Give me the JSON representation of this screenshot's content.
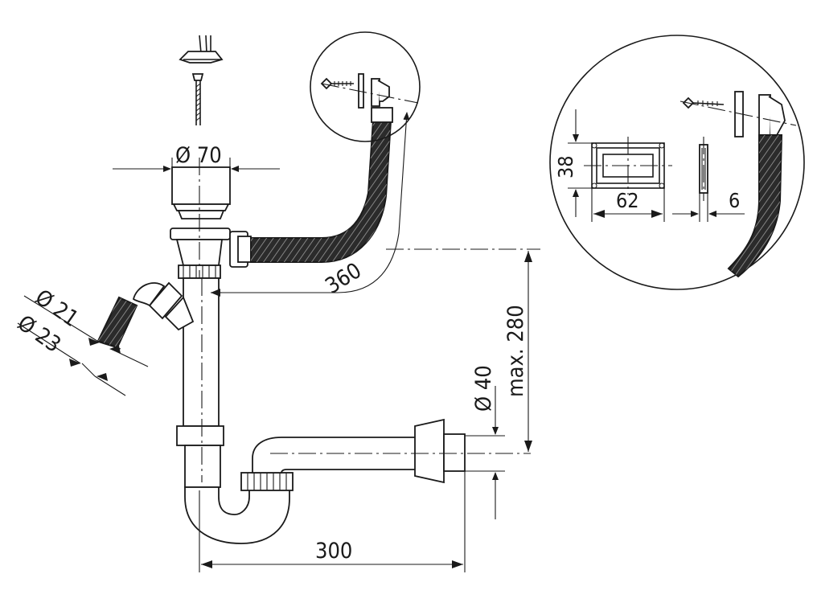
{
  "dimensions": {
    "drain_diameter": "Ø 70",
    "hose_length": "360",
    "height_max": "max. 280",
    "outlet_diameter": "Ø 40",
    "width": "300",
    "side_inlet_inner": "Ø 21",
    "side_inlet_outer": "Ø 23",
    "overflow_height": "38",
    "overflow_width": "62",
    "overflow_depth": "6"
  },
  "colors": {
    "line": "#1a1a1a",
    "hose": "#2b2b2b",
    "background": "#ffffff"
  }
}
